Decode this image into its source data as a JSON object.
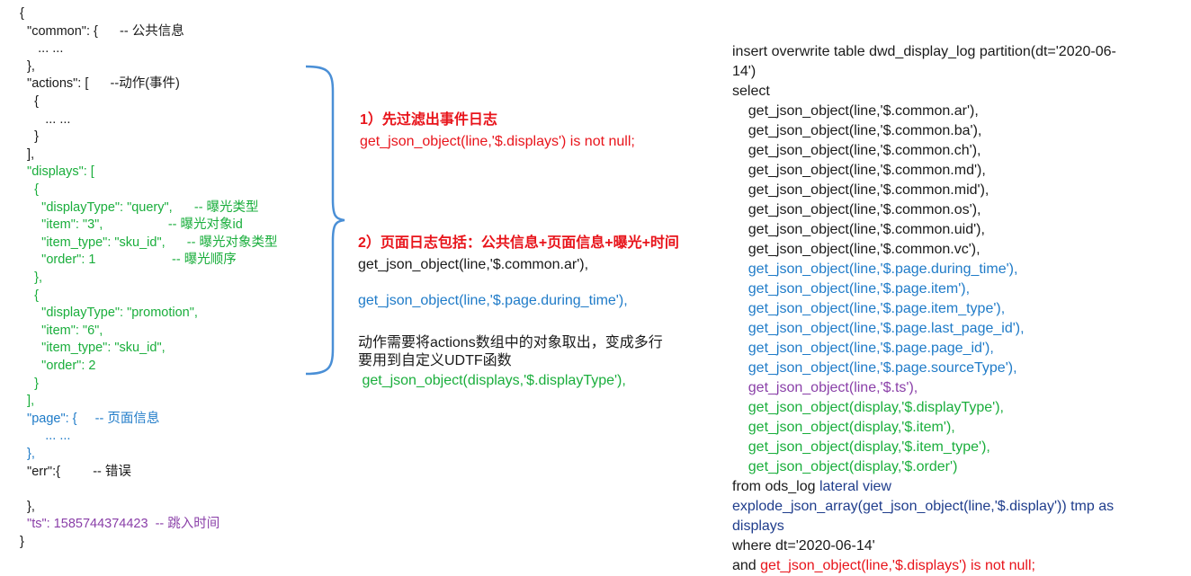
{
  "left_json": {
    "lines": [
      {
        "text": "{",
        "color": "black"
      },
      {
        "text": "  \"common\": {      -- 公共信息",
        "color": "black"
      },
      {
        "text": "     ... ...",
        "color": "black"
      },
      {
        "text": "  },",
        "color": "black"
      },
      {
        "text": "  \"actions\": [      --动作(事件)",
        "color": "black"
      },
      {
        "text": "    {",
        "color": "black"
      },
      {
        "text": "       ... ...",
        "color": "black"
      },
      {
        "text": "    }",
        "color": "black"
      },
      {
        "text": "  ],",
        "color": "black"
      },
      {
        "text": "  \"displays\": [",
        "color": "green"
      },
      {
        "text": "    {",
        "color": "green"
      },
      {
        "text": "      \"displayType\": \"query\",      -- 曝光类型",
        "color": "green"
      },
      {
        "text": "      \"item\": \"3\",                  -- 曝光对象id",
        "color": "green"
      },
      {
        "text": "      \"item_type\": \"sku_id\",      -- 曝光对象类型",
        "color": "green"
      },
      {
        "text": "      \"order\": 1                     -- 曝光顺序",
        "color": "green"
      },
      {
        "text": "    },",
        "color": "green"
      },
      {
        "text": "    {",
        "color": "green"
      },
      {
        "text": "      \"displayType\": \"promotion\",",
        "color": "green"
      },
      {
        "text": "      \"item\": \"6\",",
        "color": "green"
      },
      {
        "text": "      \"item_type\": \"sku_id\",",
        "color": "green"
      },
      {
        "text": "      \"order\": 2",
        "color": "green"
      },
      {
        "text": "    }",
        "color": "green"
      },
      {
        "text": "  ],",
        "color": "green"
      },
      {
        "text": "  \"page\": {     -- 页面信息",
        "color": "blue"
      },
      {
        "text": "       ... ...",
        "color": "blue"
      },
      {
        "text": "  },",
        "color": "blue"
      },
      {
        "text": "  \"err\":{         -- 错误",
        "color": "black"
      },
      {
        "text": "",
        "color": "black"
      },
      {
        "text": "  },",
        "color": "black"
      },
      {
        "text": "  \"ts\": 1585744374423  -- 跳入时间",
        "color": "purple"
      },
      {
        "text": "}",
        "color": "black"
      }
    ]
  },
  "middle_notes": {
    "step1_title": "1）先过滤出事件日志",
    "step1_code": "get_json_object(line,'$.displays') is not null;",
    "step2_title": "2）页面日志包括：公共信息+页面信息+曝光+时间",
    "step2_line1": "get_json_object(line,'$.common.ar'),",
    "step2_line2": "get_json_object(line,'$.page.during_time'),",
    "step2_desc1": "动作需要将actions数组中的对象取出，变成多行",
    "step2_desc2": "要用到自定义UDTF函数",
    "step2_line3": " get_json_object(displays,'$.displayType'),"
  },
  "right_sql": {
    "lines": [
      {
        "parts": [
          {
            "text": "insert overwrite table dwd_display_log partition(dt='2020-06-",
            "color": "black"
          }
        ]
      },
      {
        "parts": [
          {
            "text": "14')",
            "color": "black"
          }
        ]
      },
      {
        "parts": [
          {
            "text": "select",
            "color": "black"
          }
        ]
      },
      {
        "parts": [
          {
            "text": "    get_json_object(line,'$.common.ar'),",
            "color": "black"
          }
        ]
      },
      {
        "parts": [
          {
            "text": "    get_json_object(line,'$.common.ba'),",
            "color": "black"
          }
        ]
      },
      {
        "parts": [
          {
            "text": "    get_json_object(line,'$.common.ch'),",
            "color": "black"
          }
        ]
      },
      {
        "parts": [
          {
            "text": "    get_json_object(line,'$.common.md'),",
            "color": "black"
          }
        ]
      },
      {
        "parts": [
          {
            "text": "    get_json_object(line,'$.common.mid'),",
            "color": "black"
          }
        ]
      },
      {
        "parts": [
          {
            "text": "    get_json_object(line,'$.common.os'),",
            "color": "black"
          }
        ]
      },
      {
        "parts": [
          {
            "text": "    get_json_object(line,'$.common.uid'),",
            "color": "black"
          }
        ]
      },
      {
        "parts": [
          {
            "text": "    get_json_object(line,'$.common.vc'),",
            "color": "black"
          }
        ]
      },
      {
        "parts": [
          {
            "text": "    get_json_object(line,'$.page.during_time'),",
            "color": "blue"
          }
        ]
      },
      {
        "parts": [
          {
            "text": "    get_json_object(line,'$.page.item'),",
            "color": "blue"
          }
        ]
      },
      {
        "parts": [
          {
            "text": "    get_json_object(line,'$.page.item_type'),",
            "color": "blue"
          }
        ]
      },
      {
        "parts": [
          {
            "text": "    get_json_object(line,'$.page.last_page_id'),",
            "color": "blue"
          }
        ]
      },
      {
        "parts": [
          {
            "text": "    get_json_object(line,'$.page.page_id'),",
            "color": "blue"
          }
        ]
      },
      {
        "parts": [
          {
            "text": "    get_json_object(line,'$.page.sourceType'),",
            "color": "blue"
          }
        ]
      },
      {
        "parts": [
          {
            "text": "    get_json_object(line,'$.ts'),",
            "color": "purple"
          }
        ]
      },
      {
        "parts": [
          {
            "text": "    get_json_object(display,'$.displayType'),",
            "color": "green"
          }
        ]
      },
      {
        "parts": [
          {
            "text": "    get_json_object(display,'$.item'),",
            "color": "green"
          }
        ]
      },
      {
        "parts": [
          {
            "text": "    get_json_object(display,'$.item_type'),",
            "color": "green"
          }
        ]
      },
      {
        "parts": [
          {
            "text": "    get_json_object(display,'$.order')",
            "color": "green"
          }
        ]
      },
      {
        "parts": [
          {
            "text": "from ods_log ",
            "color": "black"
          },
          {
            "text": "lateral view",
            "color": "navy"
          }
        ]
      },
      {
        "parts": [
          {
            "text": "explode_json_array(get_json_object(line,'$.display')) tmp as",
            "color": "navy"
          }
        ]
      },
      {
        "parts": [
          {
            "text": "displays",
            "color": "navy"
          }
        ]
      },
      {
        "parts": [
          {
            "text": "where dt='2020-06-14'",
            "color": "black"
          }
        ]
      },
      {
        "parts": [
          {
            "text": "and ",
            "color": "black"
          },
          {
            "text": "get_json_object(line,'$.displays') is not null;",
            "color": "red"
          }
        ]
      }
    ]
  },
  "colors": {
    "black": "#1a1a1a",
    "green": "#1aae3c",
    "blue": "#1f7bc8",
    "purple": "#8a3fa8",
    "red": "#e8141b",
    "navy": "#1f3d8c",
    "brace": "#4a8fd6"
  }
}
